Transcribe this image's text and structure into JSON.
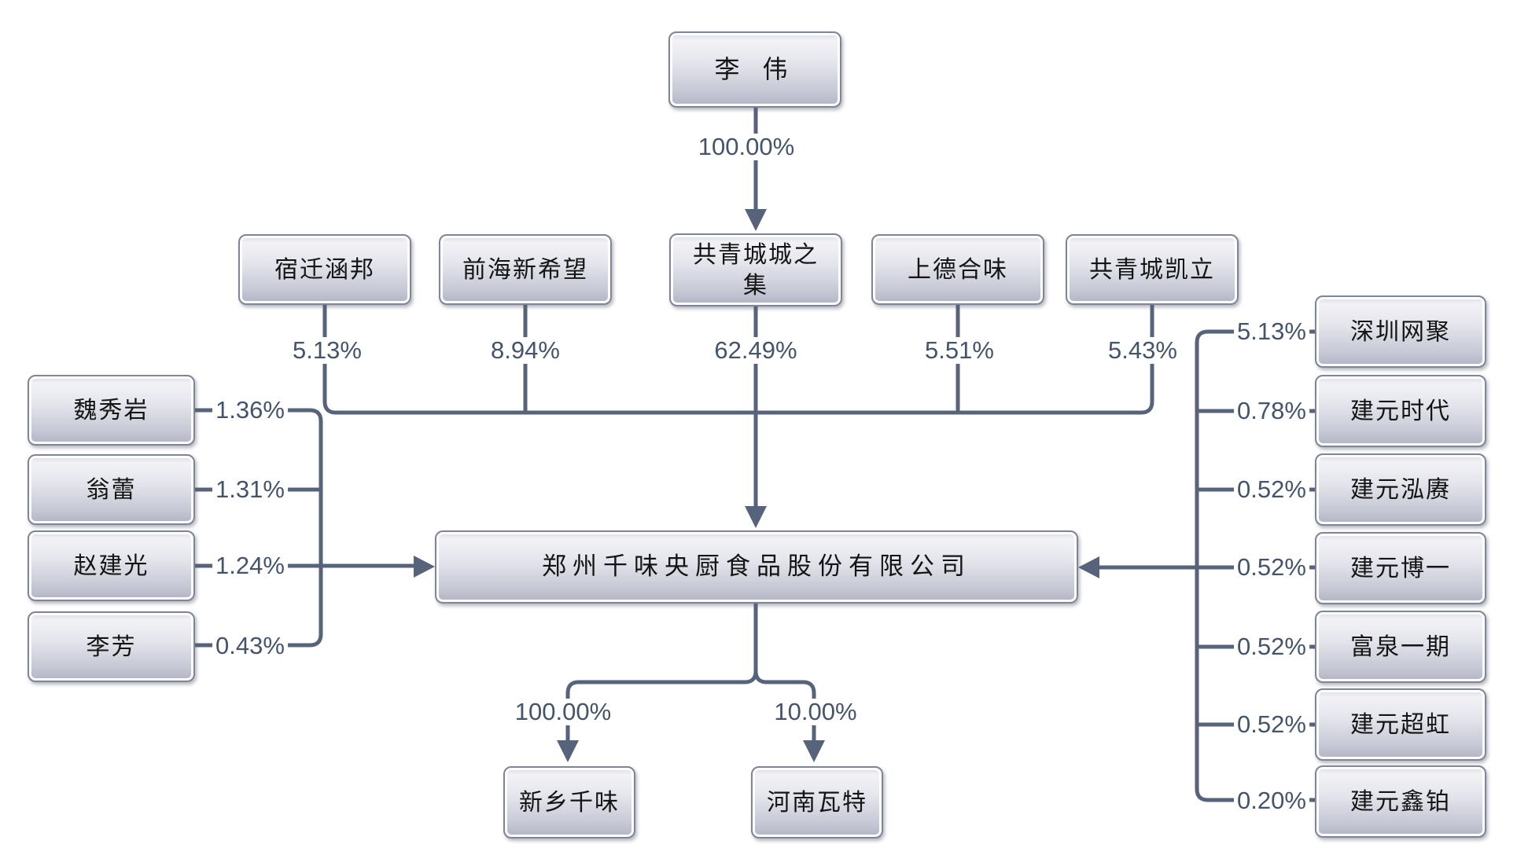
{
  "diagram": {
    "root": {
      "label": "李 伟",
      "ownership_pct": "100.00%"
    },
    "tier2": [
      {
        "label": "宿迁涵邦",
        "pct": "5.13%"
      },
      {
        "label": "前海新希望",
        "pct": "8.94%"
      },
      {
        "label": "共青城城之集",
        "pct": "62.49%"
      },
      {
        "label": "上德合味",
        "pct": "5.51%"
      },
      {
        "label": "共青城凯立",
        "pct": "5.43%"
      }
    ],
    "left_shareholders": [
      {
        "label": "魏秀岩",
        "pct": "1.36%"
      },
      {
        "label": "翁蕾",
        "pct": "1.31%"
      },
      {
        "label": "赵建光",
        "pct": "1.24%"
      },
      {
        "label": "李芳",
        "pct": "0.43%"
      }
    ],
    "right_shareholders": [
      {
        "label": "深圳网聚",
        "pct": "5.13%"
      },
      {
        "label": "建元时代",
        "pct": "0.78%"
      },
      {
        "label": "建元泓赓",
        "pct": "0.52%"
      },
      {
        "label": "建元博一",
        "pct": "0.52%"
      },
      {
        "label": "富泉一期",
        "pct": "0.52%"
      },
      {
        "label": "建元超虹",
        "pct": "0.52%"
      },
      {
        "label": "建元鑫铂",
        "pct": "0.20%"
      }
    ],
    "company": {
      "label": "郑州千味央厨食品股份有限公司"
    },
    "subsidiaries": [
      {
        "label": "新乡千味",
        "pct": "100.00%"
      },
      {
        "label": "河南瓦特",
        "pct": "10.00%"
      }
    ],
    "colors": {
      "connector_line": "#57637a",
      "pct_text": "#44546a",
      "box_border": "#7e8596",
      "box_fill_top": "#f2f2f6",
      "box_fill_bottom": "#b2b4c5"
    }
  }
}
